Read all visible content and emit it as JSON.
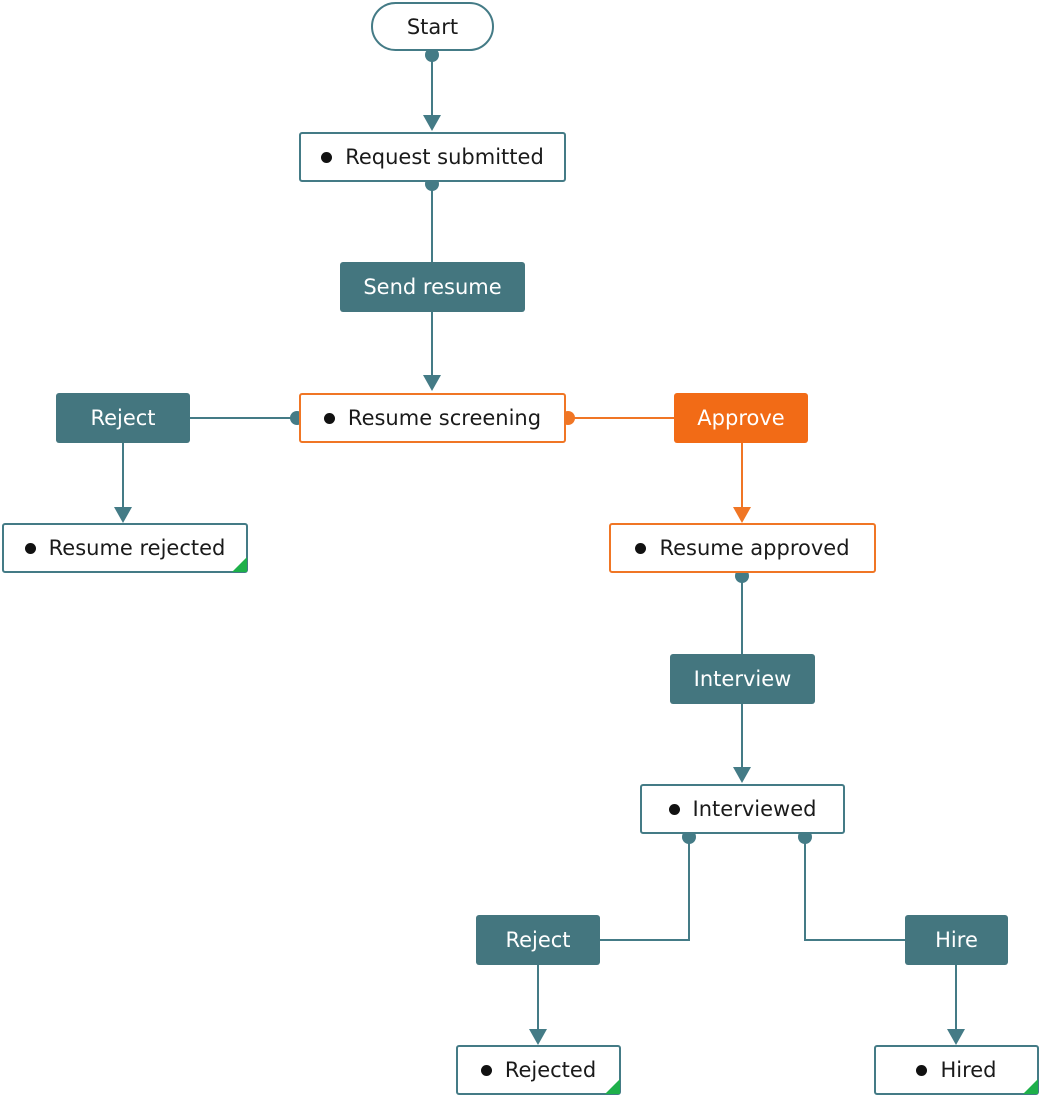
{
  "diagram": {
    "start": {
      "label": "Start"
    },
    "states": {
      "request_submitted": "Request submitted",
      "resume_screening": "Resume screening",
      "resume_rejected": "Resume rejected",
      "resume_approved": "Resume approved",
      "interviewed": "Interviewed",
      "rejected": "Rejected",
      "hired": "Hired"
    },
    "actions": {
      "send_resume": "Send resume",
      "reject_resume": "Reject",
      "approve": "Approve",
      "interview": "Interview",
      "reject_candidate": "Reject",
      "hire": "Hire"
    },
    "colors": {
      "edge": "#447b86",
      "active": "#f07625",
      "action_fill": "#44767f",
      "final_marker": "#1eb04a"
    }
  }
}
